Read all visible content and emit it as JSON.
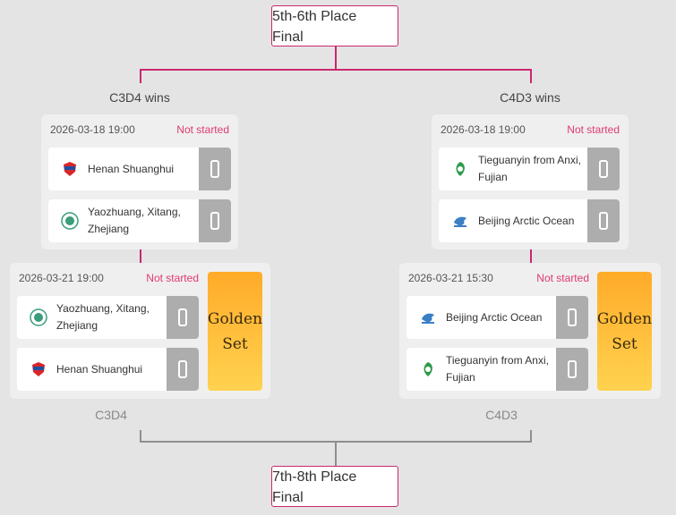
{
  "top_final": {
    "line1": "5th-6th Place",
    "line2": "Final"
  },
  "bottom_final": {
    "line1": "7th-8th Place",
    "line2": "Final"
  },
  "labels": {
    "left_wins": "C3D4 wins",
    "right_wins": "C4D3 wins",
    "left_bottom": "C3D4",
    "right_bottom": "C4D3"
  },
  "matches": {
    "left_upper": {
      "time": "2026-03-18 19:00",
      "status": "Not started",
      "teams": [
        {
          "name": "Henan Shuanghui",
          "score": "0",
          "logo": "henan-shuanghui-logo"
        },
        {
          "name": "Yaozhuang, Xitang, Zhejiang",
          "score": "0",
          "logo": "yaozhuang-xitang-logo"
        }
      ]
    },
    "right_upper": {
      "time": "2026-03-18 19:00",
      "status": "Not started",
      "teams": [
        {
          "name": "Tieguanyin from Anxi, Fujian",
          "score": "0",
          "logo": "tieguanyin-anxi-logo"
        },
        {
          "name": "Beijing Arctic Ocean",
          "score": "0",
          "logo": "beijing-arctic-ocean-logo"
        }
      ]
    },
    "left_lower": {
      "time": "2026-03-21 19:00",
      "status": "Not started",
      "golden_set": "Golden Set",
      "teams": [
        {
          "name": "Yaozhuang, Xitang, Zhejiang",
          "score": "0",
          "logo": "yaozhuang-xitang-logo"
        },
        {
          "name": "Henan Shuanghui",
          "score": "0",
          "logo": "henan-shuanghui-logo"
        }
      ]
    },
    "right_lower": {
      "time": "2026-03-21 15:30",
      "status": "Not started",
      "golden_set": "Golden Set",
      "teams": [
        {
          "name": "Beijing Arctic Ocean",
          "score": "0",
          "logo": "beijing-arctic-ocean-logo"
        },
        {
          "name": "Tieguanyin from Anxi, Fujian",
          "score": "0",
          "logo": "tieguanyin-anxi-logo"
        }
      ]
    }
  },
  "colors": {
    "accent": "#c9286e",
    "status": "#e03a6e",
    "golden_top": "#ffab29",
    "golden_bottom": "#ffd24f"
  }
}
